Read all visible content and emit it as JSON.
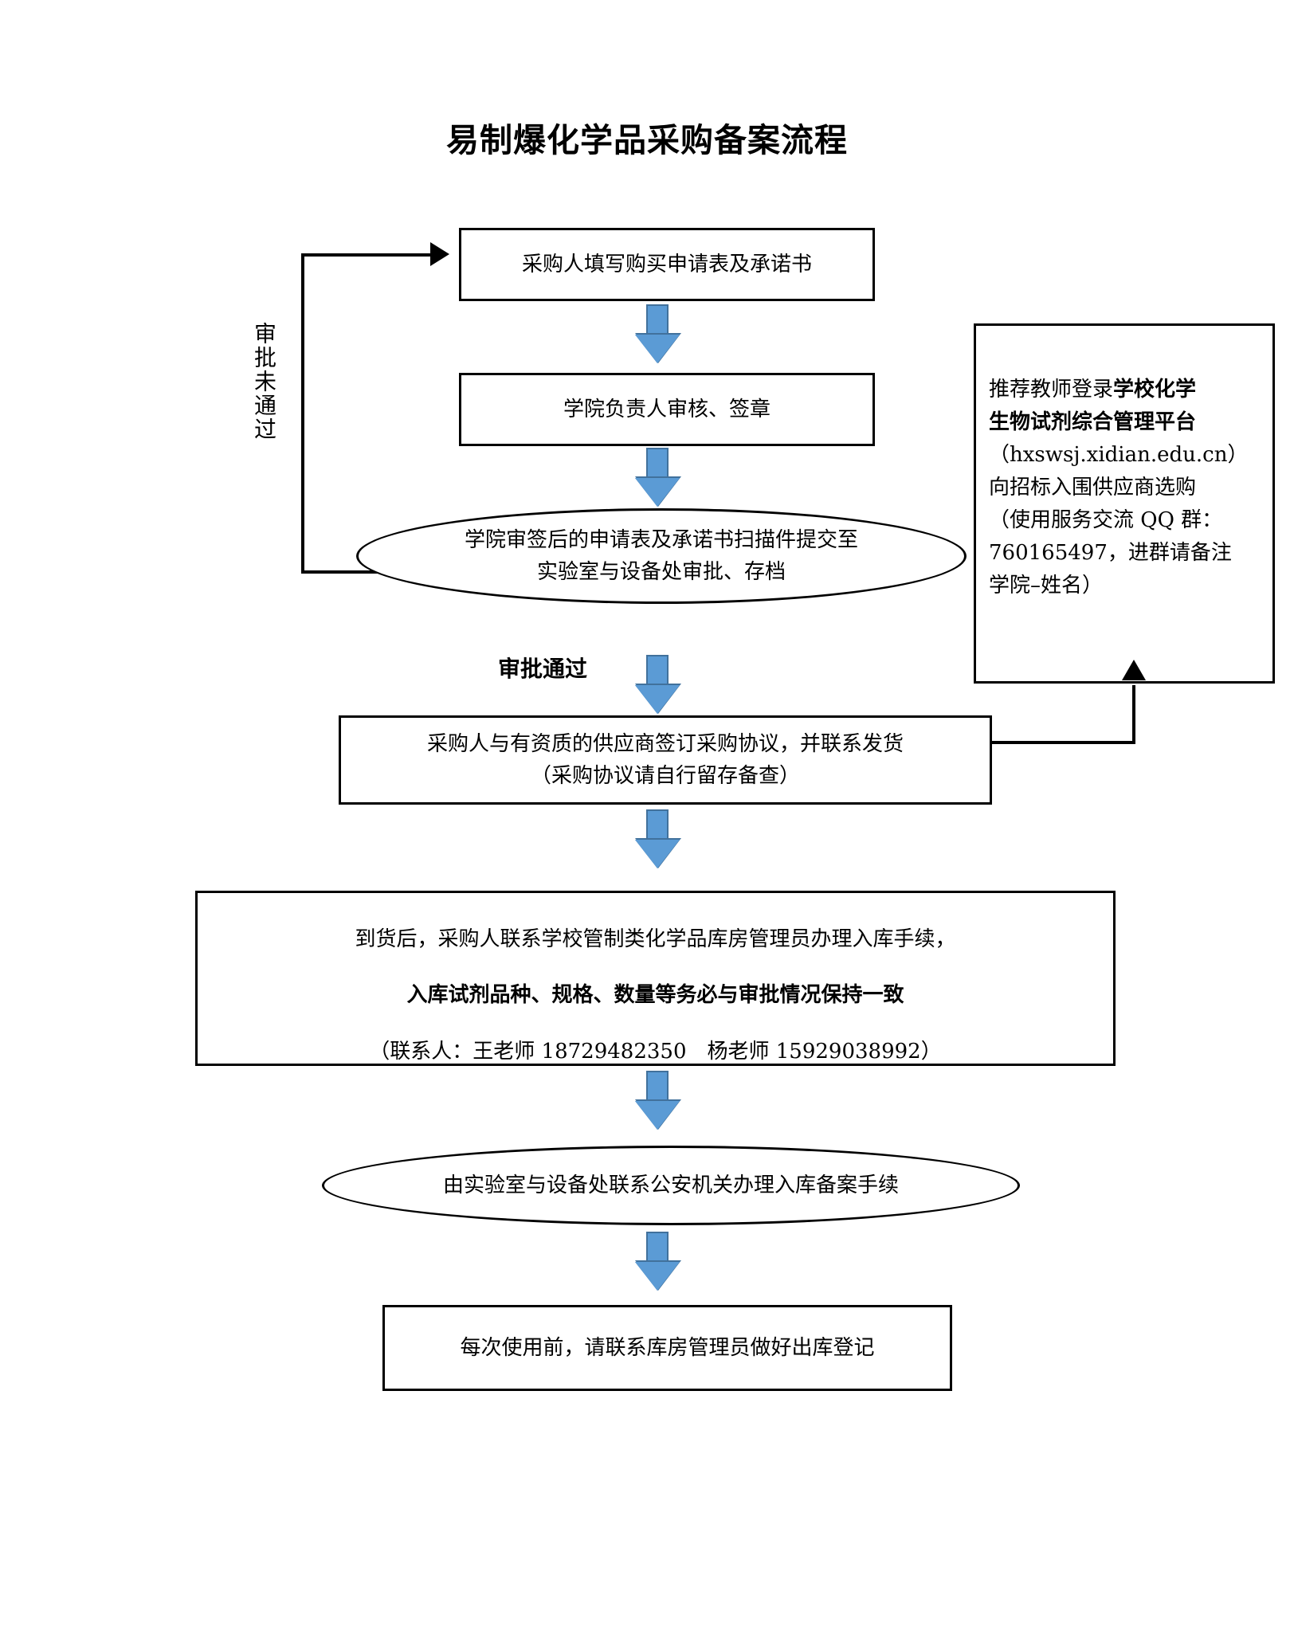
{
  "title": "易制爆化学品采购备案流程",
  "nodes": {
    "apply": "采购人填写购买申请表及承诺书",
    "review": "学院负责人审核、签章",
    "submit_line1": "学院审签后的申请表及承诺书扫描件提交至",
    "submit_line2": "实验室与设备处审批、存档",
    "contract_line1": "采购人与有资质的供应商签订采购协议，并联系发货",
    "contract_line2": "（采购协议请自行留存备查）",
    "stock_line1": "到货后，采购人联系学校管制类化学品库房管理员办理入库手续，",
    "stock_line2": "入库试剂品种、规格、数量等务必与审批情况保持一致",
    "stock_line3": "（联系人：王老师 18729482350　杨老师 15929038992）",
    "record": "由实验室与设备处联系公安机关办理入库备案手续",
    "usage": "每次使用前，请联系库房管理员做好出库登记"
  },
  "platform_box": {
    "line1_plain": "推荐教师登录",
    "line1_bold": "学校化学",
    "line2_bold": "生物试剂综合管理平台",
    "line3": "（hxswsj.xidian.edu.cn）",
    "line4": "向招标入围供应商选购",
    "line5": "（使用服务交流 QQ 群：",
    "line6": "760165497，进群请备注",
    "line7": "学院–姓名）"
  },
  "labels": {
    "reject": "审批未通过",
    "pass": "审批通过"
  },
  "colors": {
    "arrow_fill": "#5B9BD5",
    "arrow_stroke": "#41719C",
    "node_border": "#000000",
    "background": "#ffffff",
    "text": "#000000"
  }
}
